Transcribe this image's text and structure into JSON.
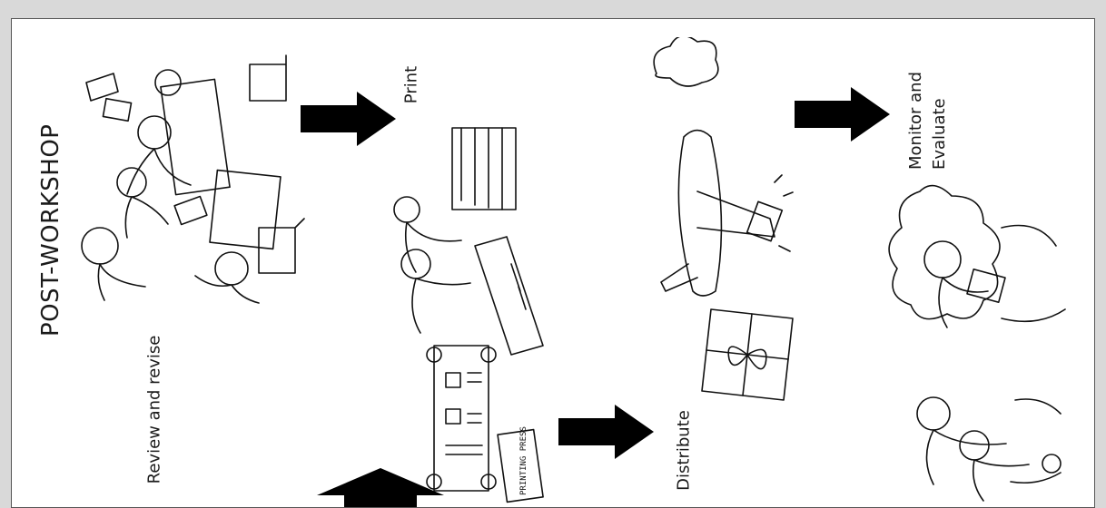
{
  "title": "POST-WORKSHOP",
  "steps": {
    "review": "Review and revise",
    "print": "Print",
    "distribute": "Distribute",
    "monitor_line1": "Monitor and",
    "monitor_line2": "Evaluate"
  },
  "illustration_text": {
    "press_sign": "PRINTING PRESS"
  },
  "colors": {
    "page_bg": "#d9d9d9",
    "panel_bg": "#ffffff",
    "arrow": "#000000",
    "text": "#1a1a1a"
  }
}
